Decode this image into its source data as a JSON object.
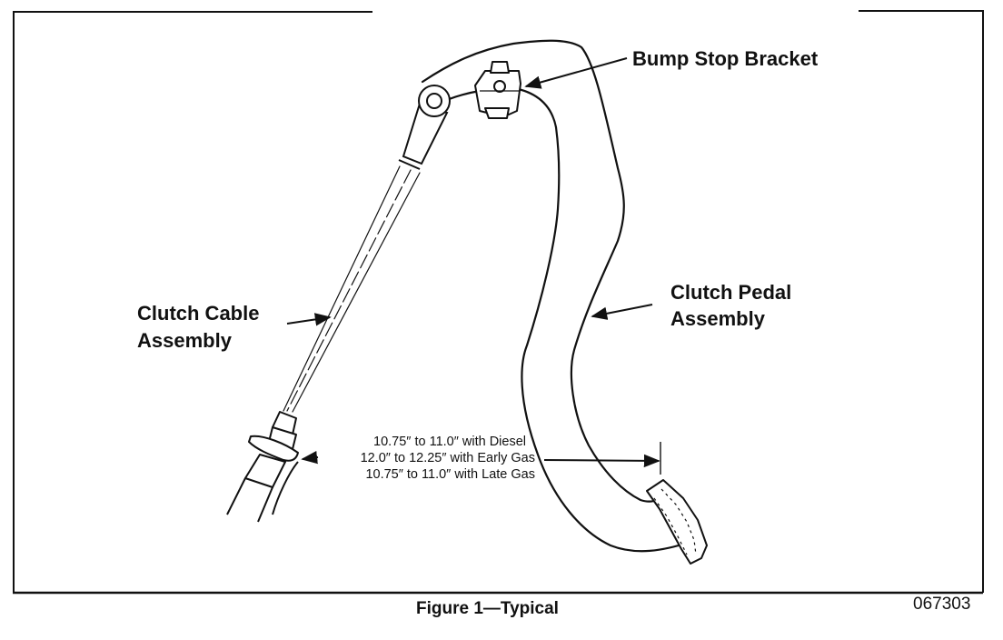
{
  "labels": {
    "bump_stop": "Bump Stop Bracket",
    "clutch_cable_line1": "Clutch Cable",
    "clutch_cable_line2": "Assembly",
    "clutch_pedal_line1": "Clutch Pedal",
    "clutch_pedal_line2": "Assembly"
  },
  "dimensions": {
    "diesel": "10.75″ to 11.0″ with Diesel",
    "early_gas": "12.0″ to 12.25″ with Early Gas",
    "late_gas": "10.75″ to 11.0″ with Late Gas"
  },
  "caption": "Figure 1—Typical",
  "figure_number": "067303"
}
